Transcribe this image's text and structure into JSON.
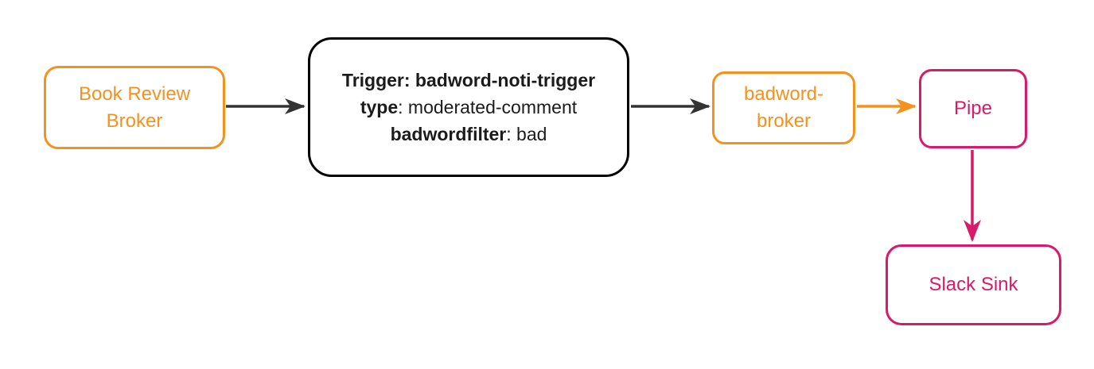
{
  "colors": {
    "orange": "#F5921E",
    "pink": "#D91A6B",
    "arrow": "#333333",
    "black": "#000000",
    "ink": "#1B1B1B",
    "background": "#FFFFFF"
  },
  "diagram": {
    "type": "event-flow",
    "nodes": {
      "book_review_broker": {
        "lines": [
          "Book Review",
          "Broker"
        ],
        "style": "orange"
      },
      "trigger": {
        "line1": "Trigger: badword-noti-trigger",
        "line2_key": "type",
        "line2_value": ": moderated-comment",
        "line3_key": "badwordfilter",
        "line3_value": ": bad",
        "style": "black"
      },
      "badword_broker": {
        "lines": [
          "badword-",
          "broker"
        ],
        "style": "orange"
      },
      "pipe": {
        "label": "Pipe",
        "style": "pink"
      },
      "slack_sink": {
        "label": "Slack Sink",
        "style": "pink"
      }
    },
    "edges": [
      {
        "from": "book_review_broker",
        "to": "trigger",
        "color": "arrow",
        "direction": "right"
      },
      {
        "from": "trigger",
        "to": "badword_broker",
        "color": "arrow",
        "direction": "right"
      },
      {
        "from": "badword_broker",
        "to": "pipe",
        "color": "orange",
        "direction": "right"
      },
      {
        "from": "pipe",
        "to": "slack_sink",
        "color": "pink",
        "direction": "down"
      }
    ]
  }
}
